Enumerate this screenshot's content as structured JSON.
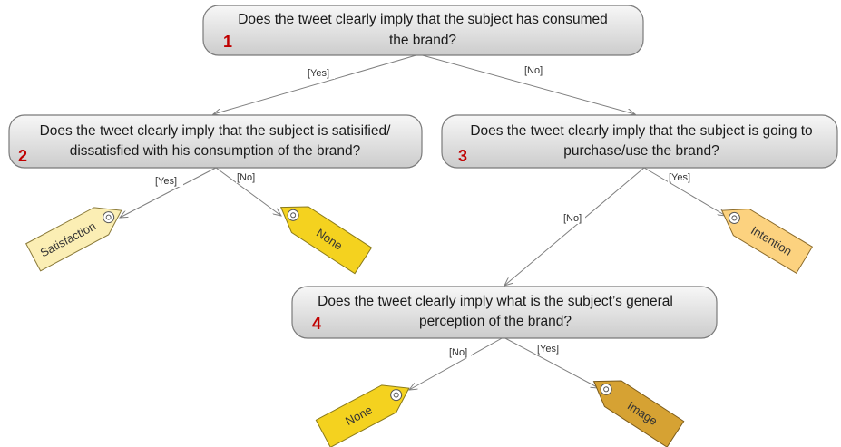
{
  "questions": {
    "q1": {
      "number": "1",
      "line1": "Does the tweet clearly imply that the subject has consumed",
      "line2": "the brand?"
    },
    "q2": {
      "number": "2",
      "line1": "Does the tweet clearly imply that the subject is satisified/",
      "line2": "dissatisfied with his consumption of the brand?"
    },
    "q3": {
      "number": "3",
      "line1": "Does the tweet clearly imply that the subject is going to",
      "line2": "purchase/use the brand?"
    },
    "q4": {
      "number": "4",
      "line1": "Does the tweet clearly imply what is the subject’s general",
      "line2": "perception of the brand?"
    }
  },
  "edges": {
    "q1_yes": "[Yes]",
    "q1_no": "[No]",
    "q2_yes": "[Yes]",
    "q2_no": "[No]",
    "q3_no": "[No]",
    "q3_yes": "[Yes]",
    "q4_no": "[No]",
    "q4_yes": "[Yes]"
  },
  "tags": {
    "satisfaction": {
      "label": "Satisfaction",
      "color": "#fbeeb4"
    },
    "none_q2": {
      "label": "None",
      "color": "#f4d21f"
    },
    "intention": {
      "label": "Intention",
      "color": "#fcd27f"
    },
    "none_q4": {
      "label": "None",
      "color": "#f4d21f"
    },
    "image": {
      "label": "Image",
      "color": "#d6a233"
    }
  },
  "colors": {
    "box_fill_top": "#f4f4f4",
    "box_fill_bottom": "#cfcfcf",
    "box_stroke": "#7a7a7a",
    "number": "#c00000"
  }
}
